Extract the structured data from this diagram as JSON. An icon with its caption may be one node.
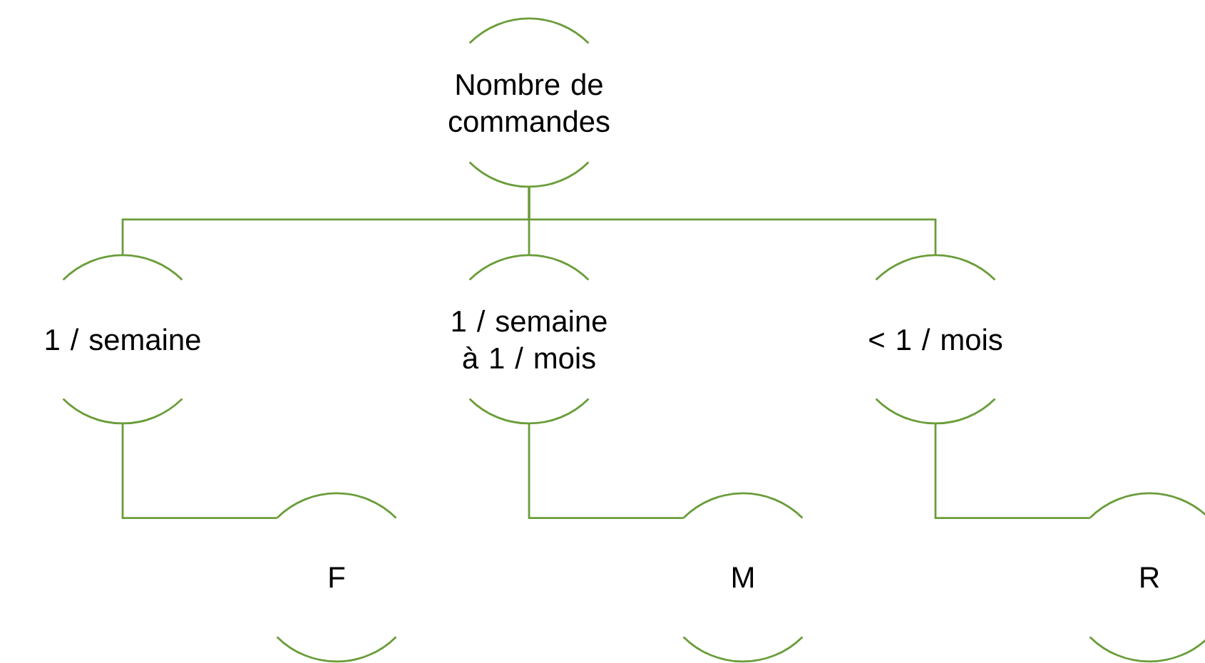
{
  "diagram": {
    "nodes": [
      {
        "text": [
          "Nombre de commandes"
        ]
      },
      {
        "text": [
          "1 / semaine"
        ]
      },
      {
        "text": [
          "1 / semaine à 1 / mois"
        ]
      },
      {
        "text": [
          "< 1 / mois"
        ]
      },
      {
        "text": [
          "F"
        ]
      },
      {
        "text": [
          "M"
        ]
      },
      {
        "text": [
          "R"
        ]
      }
    ],
    "edges": [
      {
        "from": 0,
        "to": 1,
        "arrow": "none"
      },
      {
        "from": 0,
        "to": 2,
        "arrow": "none"
      },
      {
        "from": 0,
        "to": 3,
        "arrow": "none"
      },
      {
        "from": 1,
        "to": 4,
        "arrow": "none"
      },
      {
        "from": 2,
        "to": 5,
        "arrow": "none"
      },
      {
        "from": 3,
        "to": 6,
        "arrow": "none"
      }
    ]
  }
}
